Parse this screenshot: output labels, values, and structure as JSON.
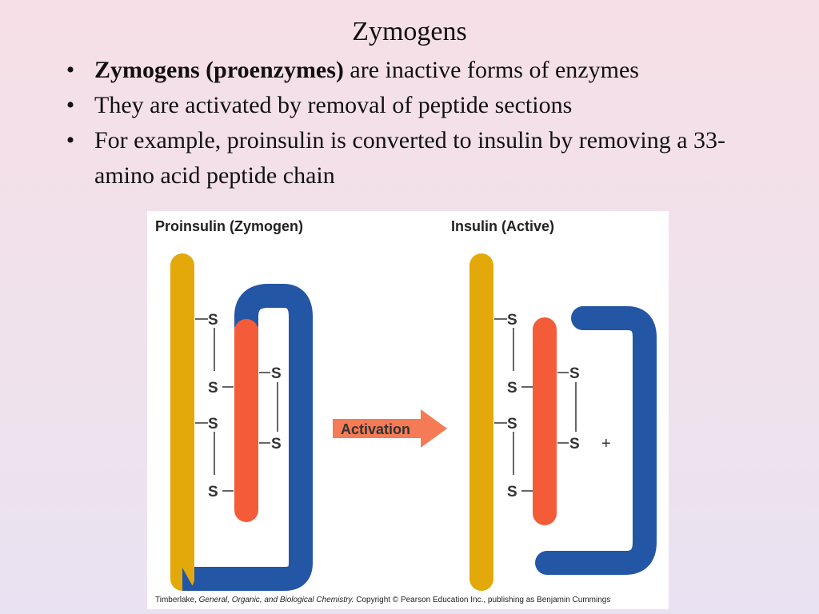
{
  "slide": {
    "title": "Zymogens",
    "bullets": [
      {
        "bold": "Zymogens (proenzymes)",
        "text": " are inactive forms of enzymes"
      },
      {
        "bold": "",
        "text": "They are activated by removal of peptide sections"
      },
      {
        "bold": "",
        "text": "For example, proinsulin is converted to insulin by removing a 33-amino acid peptide chain"
      }
    ]
  },
  "figure": {
    "left_title": "Proinsulin (Zymogen)",
    "right_title": "Insulin  (Active)",
    "arrow_label": "Activation",
    "sulfur": "S",
    "plus": "+",
    "caption": {
      "author": "Timberlake, ",
      "book": "General, Organic, and Biological Chemistry.",
      "rest": "  Copyright © Pearson Education Inc., publishing as Benjamin Cummings"
    },
    "colors": {
      "chain_a_gold": "#e3a90a",
      "chain_b_red": "#f45b39",
      "c_peptide_blue": "#2456a6",
      "arrow": "#f47b55"
    }
  }
}
